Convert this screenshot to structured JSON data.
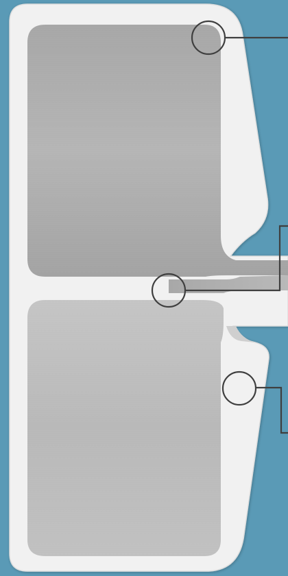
{
  "colors": {
    "background": "#5a9ab6",
    "housing": "#f1f1f1",
    "housing_edge": "#dcdcdc",
    "panel_upper": "#a9a9a9",
    "panel_lower": "#bdbdbd",
    "callout": "#3f3f3f"
  },
  "callouts": [
    {
      "name": "callout-top-corner"
    },
    {
      "name": "callout-center-joint"
    },
    {
      "name": "callout-lower-flange"
    }
  ]
}
